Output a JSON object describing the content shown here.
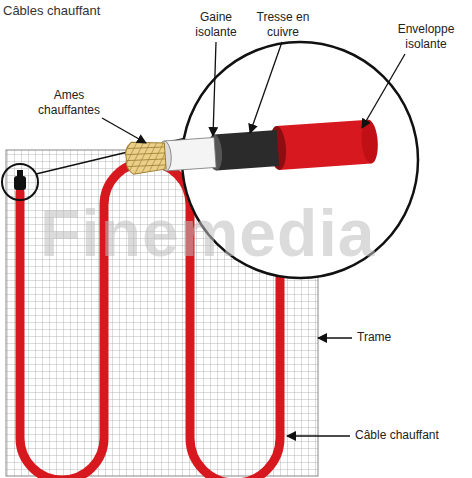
{
  "diagram": {
    "title": "Câbles chauffant",
    "labels": [
      "Ames chauffantes",
      "Gaine isolante",
      "Tresse en cuivre",
      "Enveloppe isolante",
      "Trame",
      "Câble chauffant",
      "Finemedia"
    ]
  }
}
